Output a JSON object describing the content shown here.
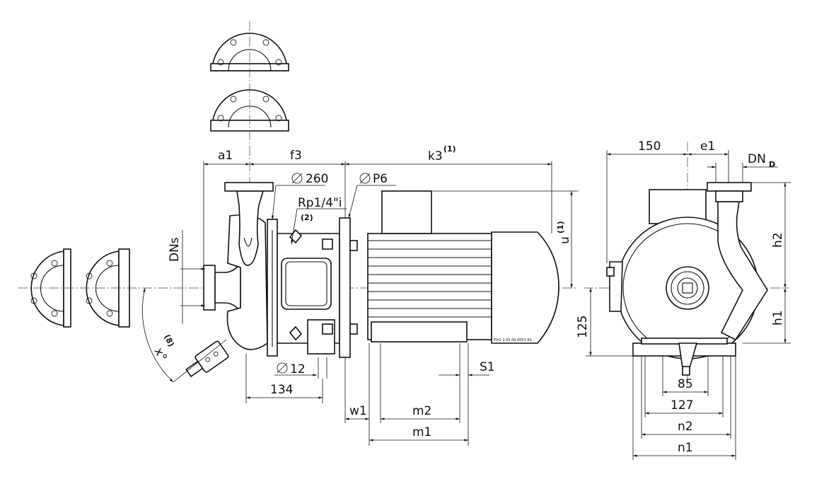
{
  "drawing": {
    "part_number": "P.H2 2.00 00.0001 R1"
  },
  "dimensions": {
    "a1": "a1",
    "f3": "f3",
    "k3": "k3",
    "k3_note": "(1)",
    "d260": "260",
    "dP6": "P6",
    "rp": "Rp1/4\"i",
    "rp_note": "(2)",
    "dns": "DNs",
    "d12": "12",
    "d134": "134",
    "w1": "w1",
    "m2": "m2",
    "m1": "m1",
    "s1": "S1",
    "u": "u",
    "u_note": "(1)",
    "angle": "x°",
    "angle_note": "(8)",
    "d150": "150",
    "e1": "e1",
    "dnd_main": "DN",
    "dnd_sub": "D",
    "h2": "h2",
    "h1": "h1",
    "d125": "125",
    "d85": "85",
    "d127": "127",
    "n2": "n2",
    "n1": "n1"
  }
}
